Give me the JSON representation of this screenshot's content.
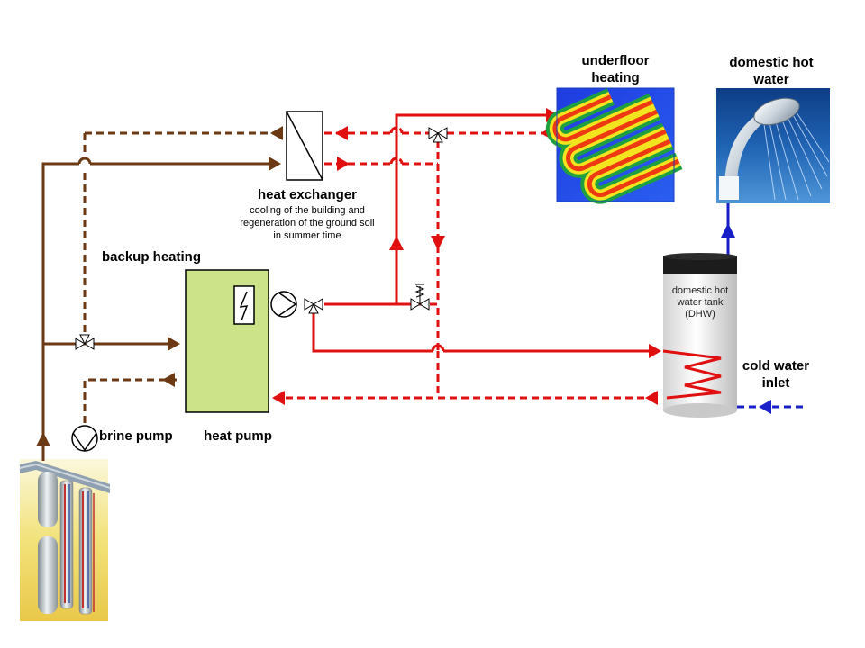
{
  "labels": {
    "underfloor_heating": "underfloor heating",
    "domestic_hot_water": "domestic hot water",
    "heat_exchanger": "heat exchanger",
    "heat_exchanger_note": "cooling of the building and regeneration of the ground soil in summer time",
    "backup_heating": "backup heating",
    "dhw_tank": "domestic hot water tank (DHW)",
    "cold_water_inlet": "cold water inlet",
    "brine_pump": "brine pump",
    "heat_pump": "heat pump"
  },
  "colors": {
    "brine": "#6b3a14",
    "heating": "#e01010",
    "cold_water": "#1a20c8",
    "heat_pump_body": "#cde38a",
    "tank_cap": "#1c1c1c"
  },
  "icons": {
    "heat_pump_element": "lightning-icon",
    "pump": "pump-icon",
    "valve": "three-way-valve-icon"
  }
}
